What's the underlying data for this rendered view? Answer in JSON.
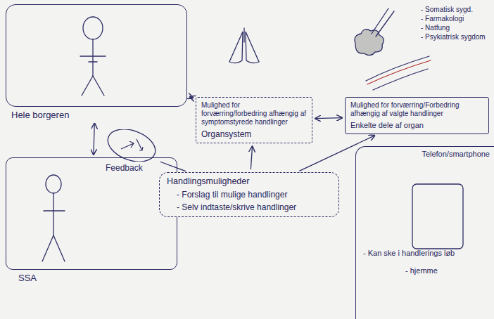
{
  "diagram": {
    "nodes": [
      {
        "text": [
          "Hele borgeren"
        ]
      },
      {
        "text": [
          "SSA"
        ]
      },
      {
        "text": [
          "Mulighed for forværring/forbedring afhængig af symptomstyrede handlinger",
          "Organsystem"
        ]
      },
      {
        "text": [
          "Mulighed for forværring/Forbedring afhængig af valgte handlinger",
          "Enkelte dele af organ"
        ]
      },
      {
        "text": [
          "Feedback"
        ]
      },
      {
        "text": [
          "Handlingsmuligheder",
          "- Forslag til mulige handlinger",
          "- Selv indtaste/skrive handlinger"
        ]
      },
      {
        "text": [
          "Telefon/smartphone",
          "- Kan ske i handlerings løb",
          "- hjemme"
        ]
      }
    ],
    "edges": [
      {
        "from": 0,
        "to": 1,
        "arrow": "both"
      },
      {
        "from": 0,
        "to": 2,
        "arrow": "both"
      },
      {
        "from": 2,
        "to": 3,
        "arrow": "both"
      },
      {
        "from": 5,
        "to": 2,
        "arrow": "to"
      },
      {
        "from": 5,
        "to": 3,
        "arrow": "to"
      },
      {
        "from": 4,
        "to": 5,
        "arrow": "none"
      }
    ],
    "labels": [
      "- Somatisk sygd.",
      "- Farmakologi",
      "- Natfung",
      "- Psykiatrisk sygdom"
    ]
  }
}
